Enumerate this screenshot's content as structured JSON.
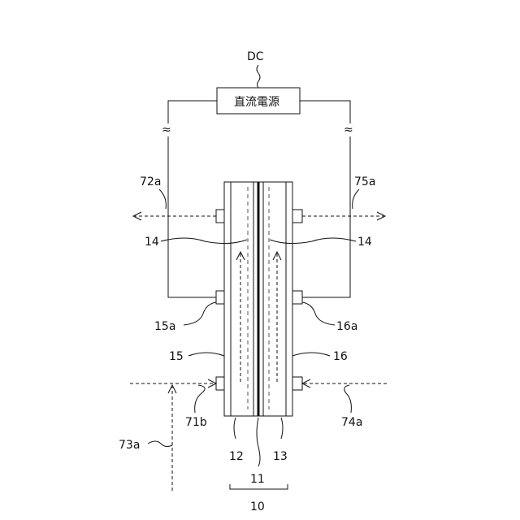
{
  "power_source": {
    "tag": "DC",
    "label": "直流電源"
  },
  "break_mark": "≈",
  "labels": {
    "l72a": "72a",
    "l75a": "75a",
    "l14_left": "14",
    "l14_right": "14",
    "l15a": "15a",
    "l16a": "16a",
    "l15": "15",
    "l16": "16",
    "l71b": "71b",
    "l74a": "74a",
    "l73a": "73a",
    "l12": "12",
    "l13": "13",
    "l11": "11",
    "l10": "10"
  }
}
